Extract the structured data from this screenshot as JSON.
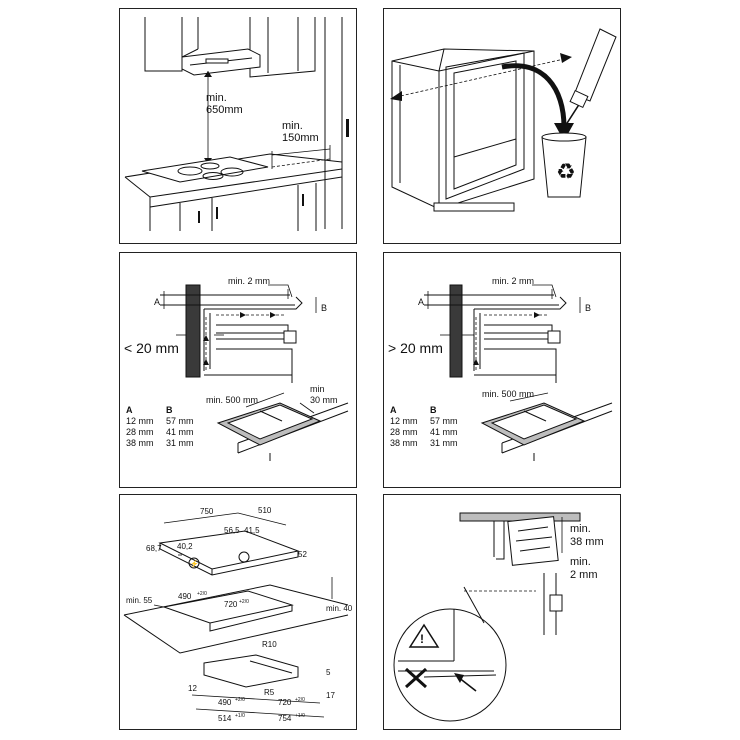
{
  "panel1": {
    "label_650_a": "min.",
    "label_650_b": "650mm",
    "label_150_a": "min.",
    "label_150_b": "150mm"
  },
  "panel3": {
    "gap_label": "< 20 mm",
    "min2": "min. 2 mm",
    "min500": "min. 500 mm",
    "min30_a": "min",
    "min30_b": "30 mm",
    "markA": "A",
    "markB": "B",
    "table": {
      "head": [
        "A",
        "B"
      ],
      "rows": [
        [
          "12 mm",
          "57 mm"
        ],
        [
          "28 mm",
          "41 mm"
        ],
        [
          "38 mm",
          "31 mm"
        ]
      ]
    }
  },
  "panel4": {
    "gap_label": "> 20 mm",
    "min2": "min. 2 mm",
    "min500": "min. 500 mm",
    "markA": "A",
    "markB": "B",
    "table": {
      "head": [
        "A",
        "B"
      ],
      "rows": [
        [
          "12 mm",
          "57 mm"
        ],
        [
          "28 mm",
          "41 mm"
        ],
        [
          "38 mm",
          "31 mm"
        ]
      ]
    }
  },
  "panel5": {
    "d750": "750",
    "d510": "510",
    "d56_5": "56,5",
    "d41_5": "41,5",
    "d68_7": "68,7",
    "d40_2": "40,2",
    "d52": "52",
    "d490": "490",
    "d490_tol": "+2/0",
    "d720": "720",
    "d720_tol": "+2/0",
    "min55": "min. 55",
    "min40": "min. 40",
    "r10": "R10",
    "r5": "R5",
    "d5": "5",
    "d12": "12",
    "d17": "17",
    "b490": "490",
    "b490_tol": "+2/0",
    "b720": "720",
    "b720_tol": "+2/0",
    "b514": "514",
    "b514_tol": "+1/0",
    "b754": "754",
    "b754_tol": "+1/0"
  },
  "panel6": {
    "min38_a": "min.",
    "min38_b": "38 mm",
    "min2_a": "min.",
    "min2_b": "2 mm"
  }
}
